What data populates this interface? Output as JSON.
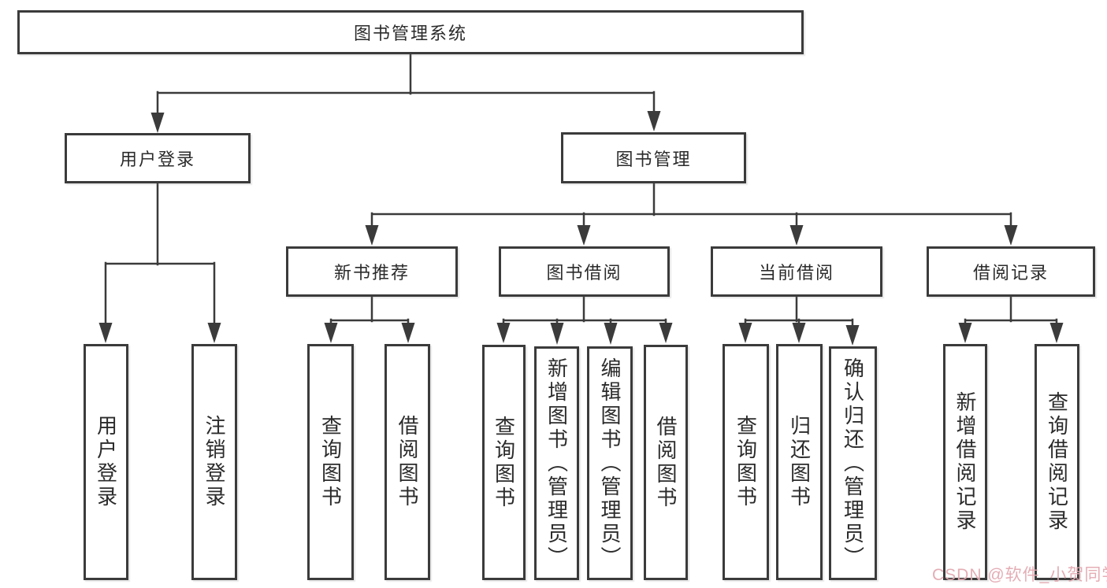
{
  "tree": {
    "label": "图书管理系统",
    "children": [
      {
        "label": "用户登录",
        "children": [
          {
            "label": "用户登录"
          },
          {
            "label": "注销登录"
          }
        ]
      },
      {
        "label": "图书管理",
        "children": [
          {
            "label": "新书推荐",
            "children": [
              {
                "label": "查询图书"
              },
              {
                "label": "借阅图书"
              }
            ]
          },
          {
            "label": "图书借阅",
            "children": [
              {
                "label": "查询图书"
              },
              {
                "label": "新增图书（管理员）"
              },
              {
                "label": "编辑图书（管理员）"
              },
              {
                "label": "借阅图书"
              }
            ]
          },
          {
            "label": "当前借阅",
            "children": [
              {
                "label": "查询图书"
              },
              {
                "label": "归还图书"
              },
              {
                "label": "确认归还（管理员）"
              }
            ]
          },
          {
            "label": "借阅记录",
            "children": [
              {
                "label": "新增借阅记录"
              },
              {
                "label": "查询借阅记录"
              }
            ]
          }
        ]
      }
    ]
  },
  "watermark": {
    "text": "CSDN @软件_小贺同学"
  },
  "colors": {
    "line": "#3b3b3b",
    "box_border": "#3b3b3b",
    "box_fill": "#ffffff",
    "text": "#2b2b2b",
    "watermark": "#e3a9b2",
    "background": "#ffffff"
  }
}
